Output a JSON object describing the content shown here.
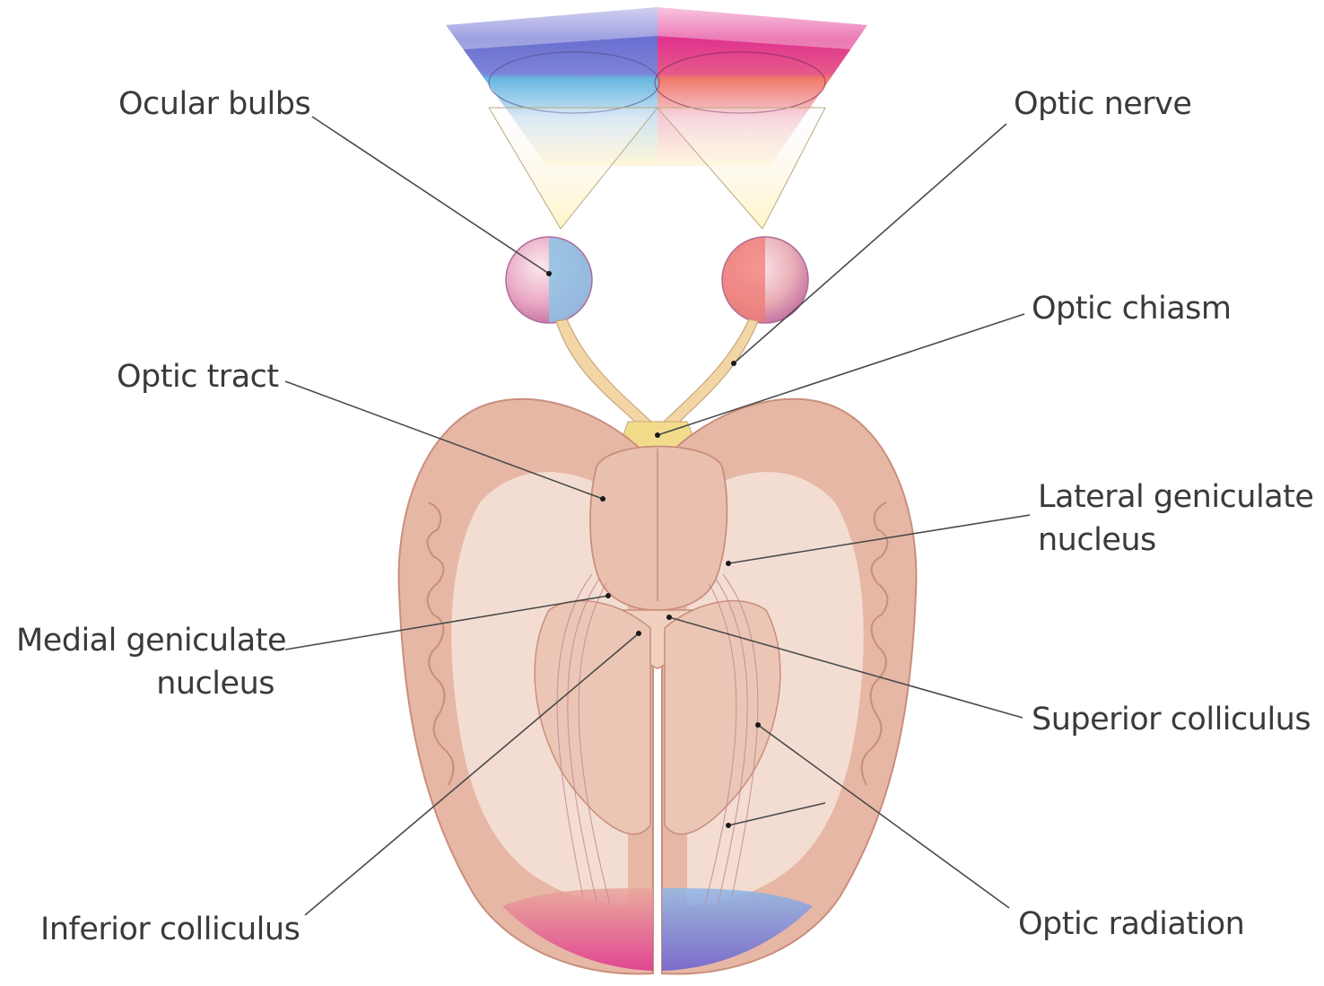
{
  "labels": {
    "ocular_bulbs": "Ocular bulbs",
    "optic_nerve": "Optic nerve",
    "optic_chiasm": "Optic chiasm",
    "optic_tract": "Optic tract",
    "lgn_line1": "Lateral geniculate",
    "lgn_line2": "nucleus",
    "mgn_line1": "Medial geniculate",
    "mgn_line2": "nucleus",
    "superior_colliculus": "Superior colliculus",
    "inferior_colliculus": "Inferior colliculus",
    "optic_radiation": "Optic radiation"
  },
  "colors": {
    "left_field_dark": "#6a6fd0",
    "left_field_light": "#6bb6e0",
    "right_field_dark": "#e0338e",
    "right_field_light": "#f07a6a",
    "brain_tissue": "#e9bfae",
    "white_matter": "#f5e0d6",
    "leader_lines": "#4a4a4a"
  }
}
